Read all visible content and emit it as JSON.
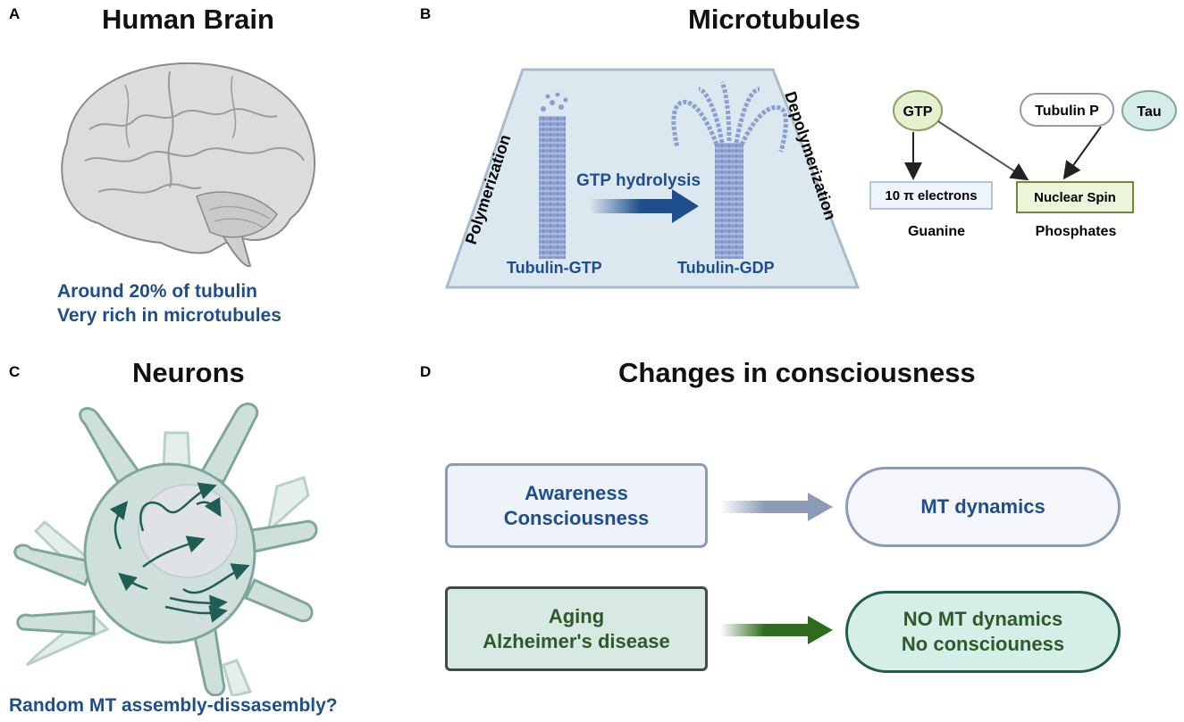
{
  "panel_a": {
    "label": "A",
    "title": "Human Brain",
    "notes": [
      "Around 20% of tubulin",
      "Very rich in microtubules"
    ]
  },
  "panel_b": {
    "label": "B",
    "title": "Microtubules",
    "left_side": "Polymerization",
    "right_side": "Depolymerization",
    "arrow_label": "GTP hydrolysis",
    "left_mt": "Tubulin-GTP",
    "right_mt": "Tubulin-GDP",
    "nodes": {
      "gtp": "GTP",
      "tubulin_p": "Tubulin P",
      "tau": "Tau",
      "electrons": "10 π electrons",
      "nuclear_spin": "Nuclear Spin",
      "guanine": "Guanine",
      "phosphates": "Phosphates"
    }
  },
  "panel_c": {
    "label": "C",
    "title": "Neurons",
    "caption": "Random MT assembly-dissasembly?"
  },
  "panel_d": {
    "label": "D",
    "title": "Changes in consciousness",
    "row1": {
      "left": [
        "Awareness",
        "Consciousness"
      ],
      "right": [
        "MT dynamics"
      ]
    },
    "row2": {
      "left": [
        "Aging",
        "Alzheimer's disease"
      ],
      "right": [
        "NO MT dynamics",
        "No consciouness"
      ]
    }
  },
  "colors": {
    "dark_blue": "#1f4e8c",
    "dark_green": "#2e5a2a",
    "panel_b_bg": "#dce8ef",
    "neuron_fill": "#cfe0dc",
    "neuron_stroke": "#7fa69a"
  }
}
